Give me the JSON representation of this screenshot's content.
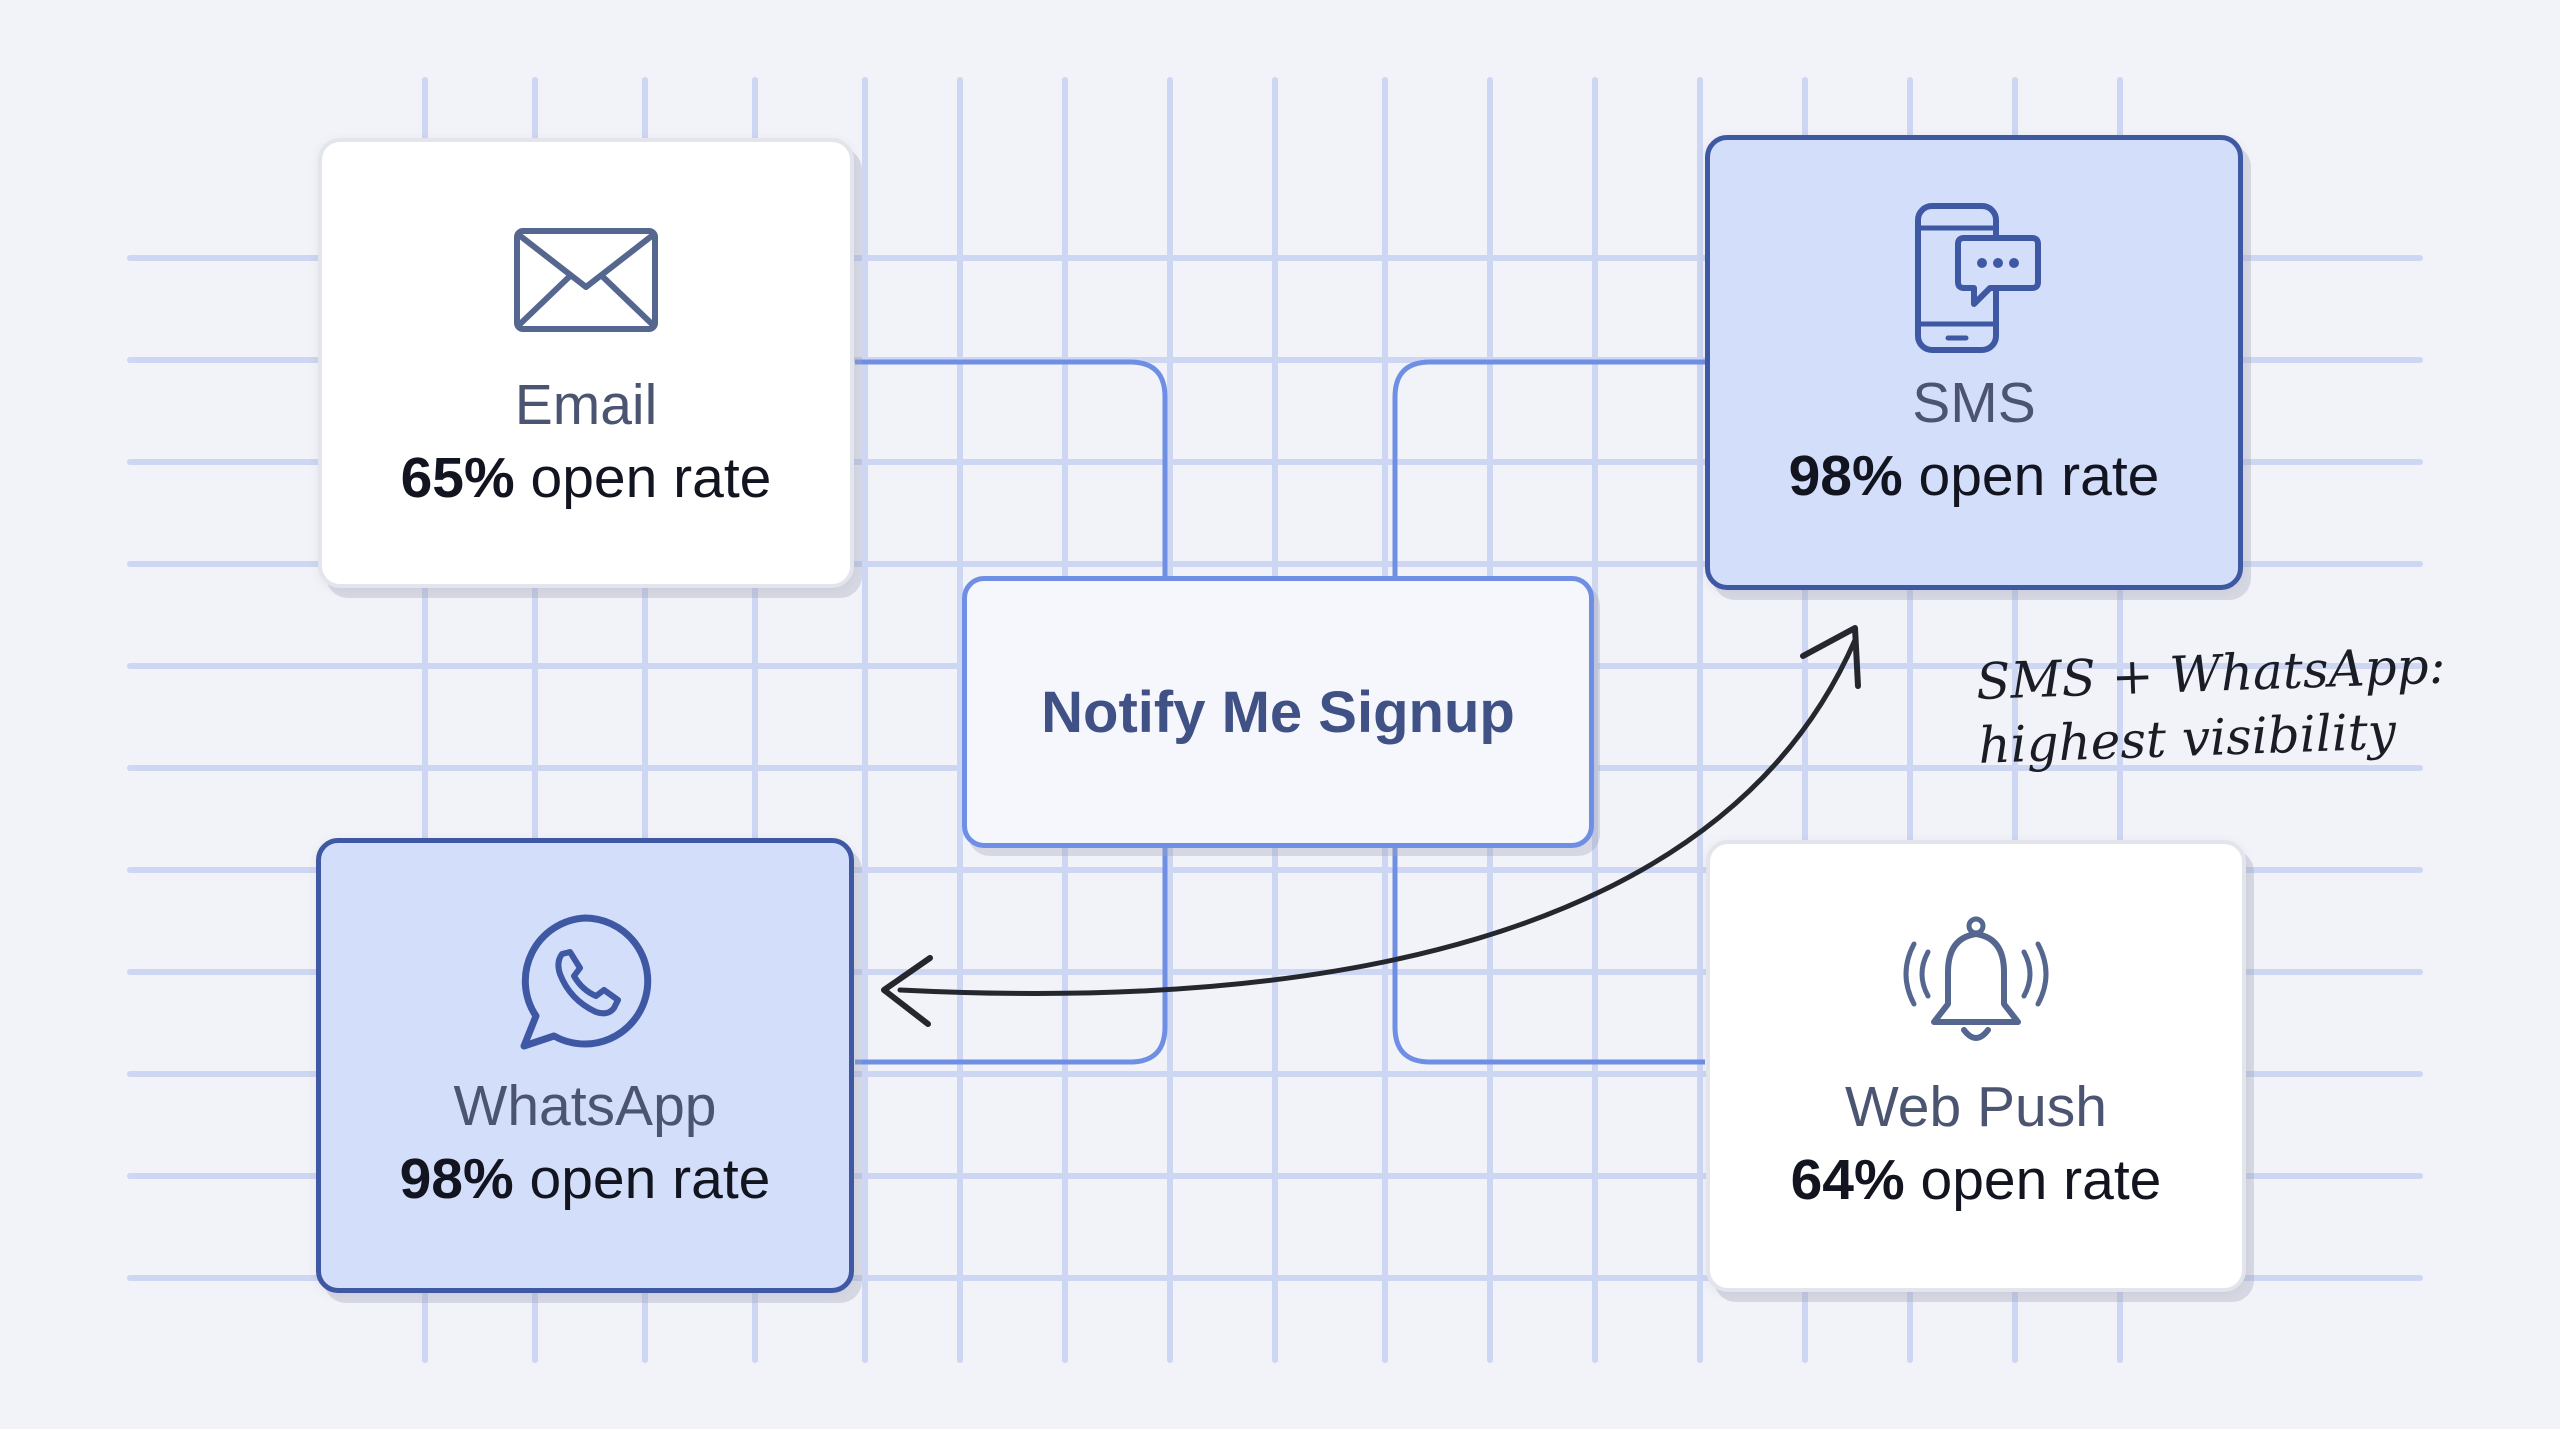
{
  "diagram": {
    "center": {
      "label": "Notify Me Signup"
    },
    "channels": [
      {
        "name": "Email",
        "rate_value": "65%",
        "rate_suffix": " open rate",
        "highlight": false,
        "icon": "envelope-icon"
      },
      {
        "name": "SMS",
        "rate_value": "98%",
        "rate_suffix": " open rate",
        "highlight": true,
        "icon": "phone-message-icon"
      },
      {
        "name": "WhatsApp",
        "rate_value": "98%",
        "rate_suffix": " open rate",
        "highlight": true,
        "icon": "whatsapp-icon"
      },
      {
        "name": "Web Push",
        "rate_value": "64%",
        "rate_suffix": " open rate",
        "highlight": false,
        "icon": "bell-icon"
      }
    ],
    "annotation": {
      "line1": "SMS + WhatsApp:",
      "line2": "highest visibility"
    }
  },
  "colors": {
    "background": "#f2f3f8",
    "highlight_fill": "#d3defa",
    "highlight_border": "#3e58a3",
    "connector": "#6f8fe4",
    "grid": "#c9d3f2"
  }
}
